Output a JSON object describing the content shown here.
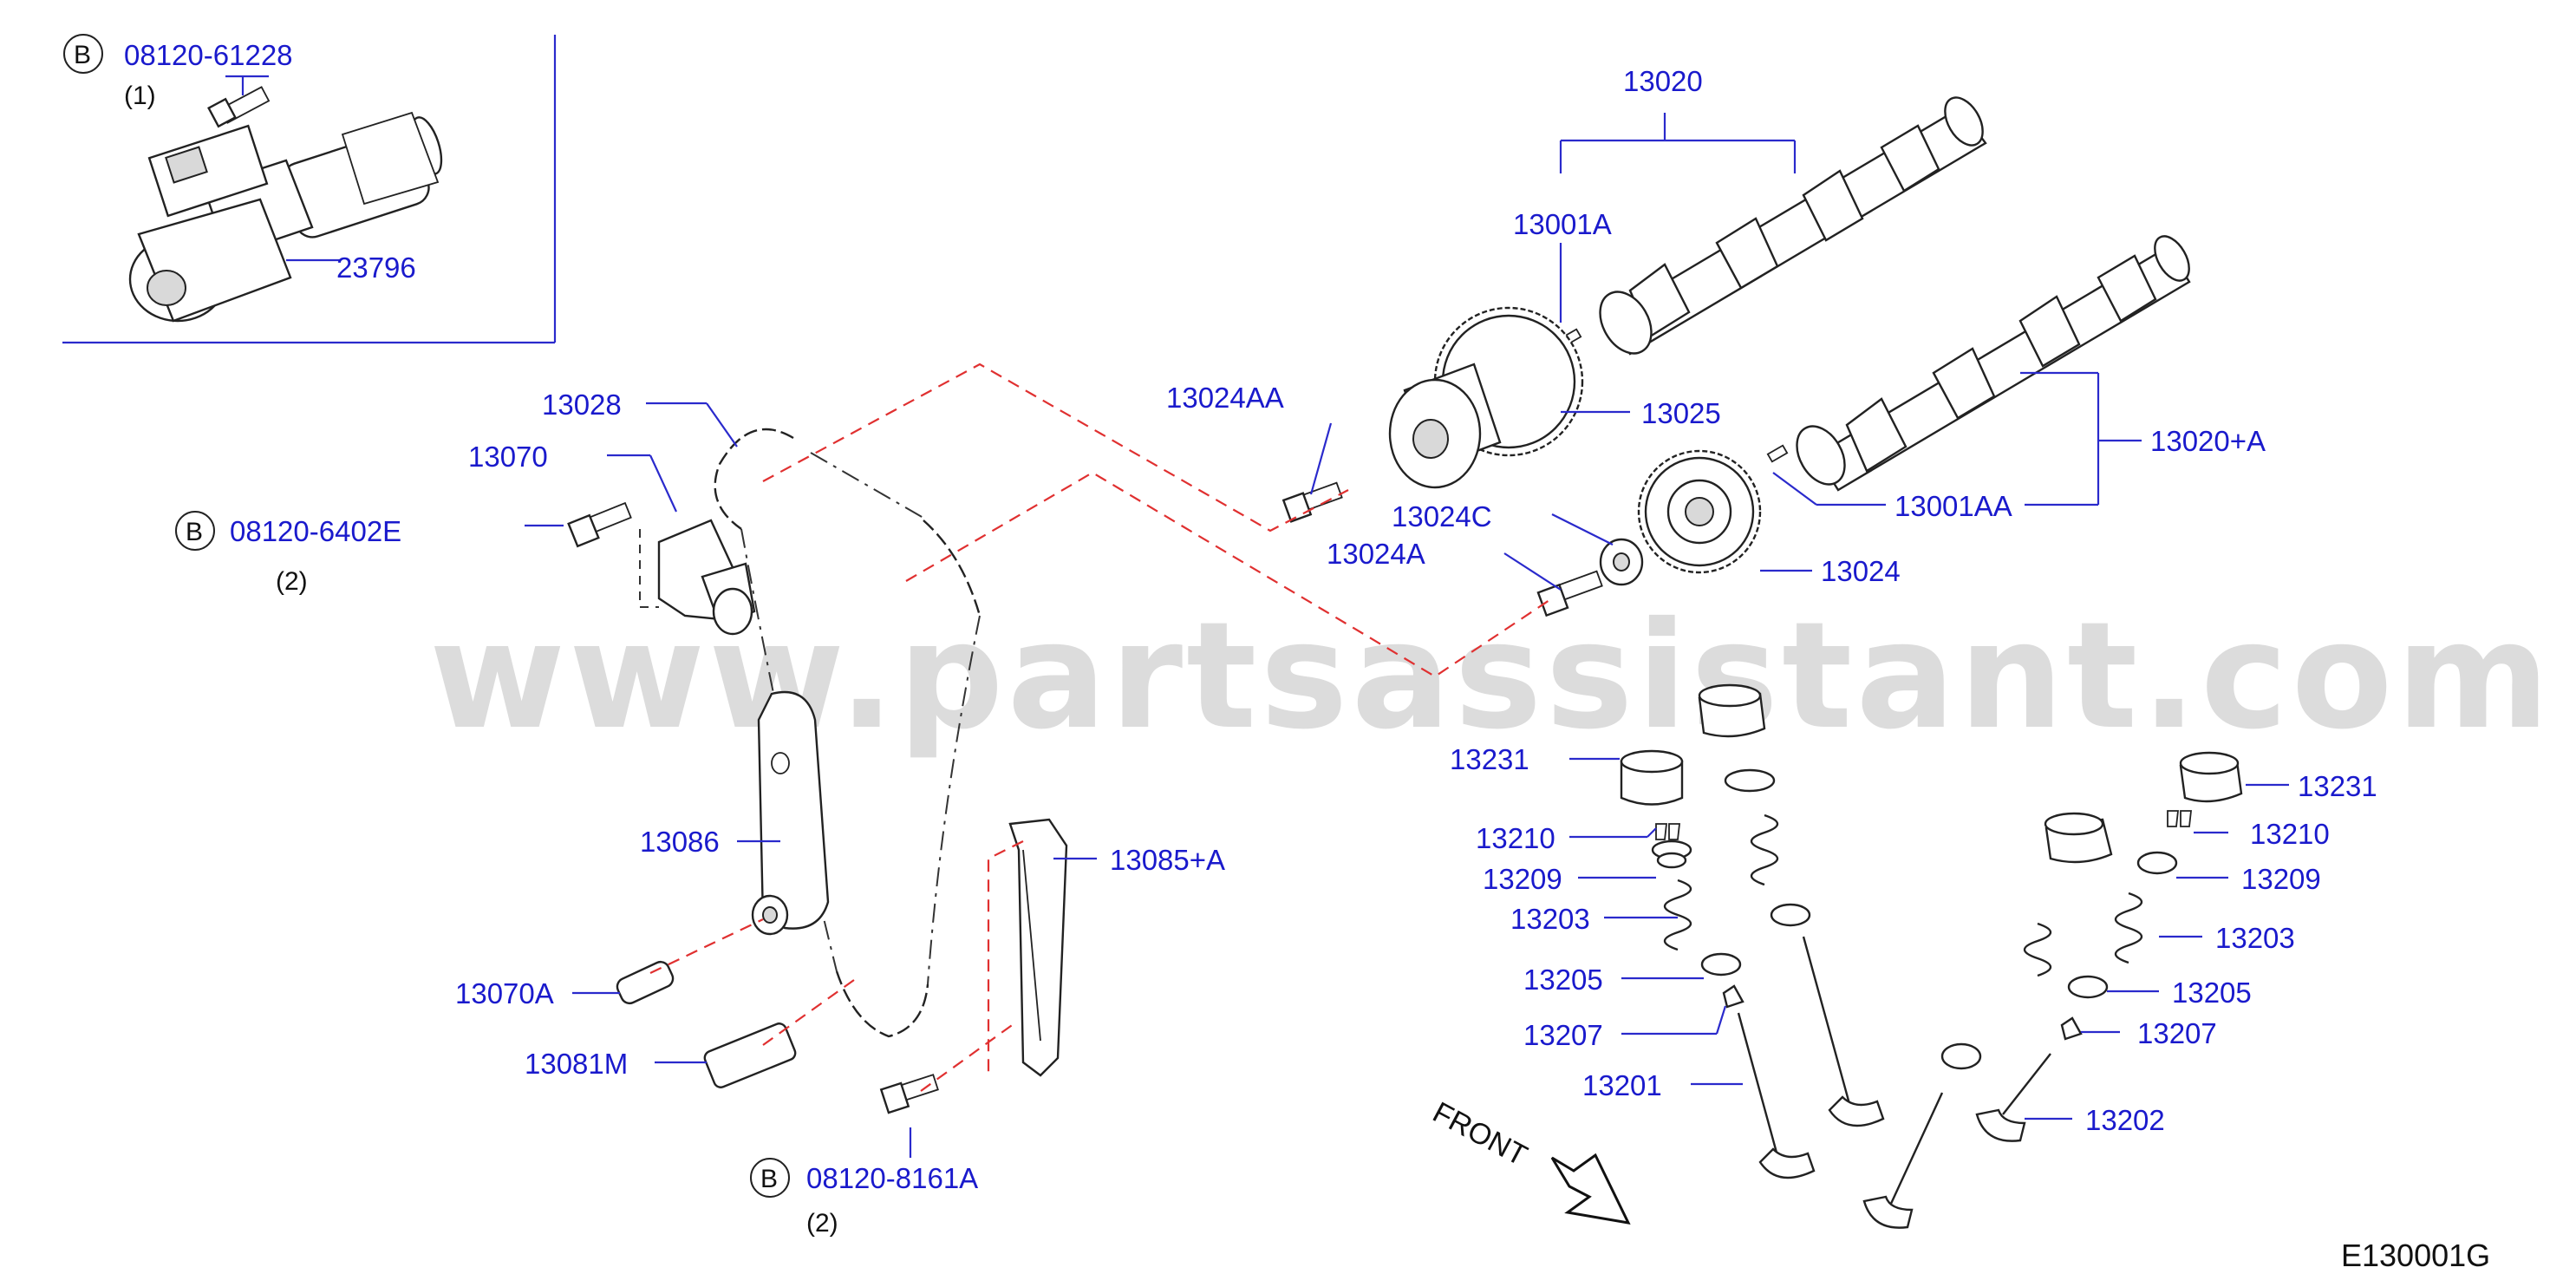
{
  "watermark": "www.partsassistant.com",
  "diagram_code": "E130001G",
  "front_label": "FRONT",
  "bolt_groups": [
    {
      "badge": "B",
      "part": "08120-61228",
      "qty": "(1)"
    },
    {
      "badge": "B",
      "part": "08120-6402E",
      "qty": "(2)"
    },
    {
      "badge": "B",
      "part": "08120-8161A",
      "qty": "(2)"
    }
  ],
  "part_labels": {
    "p23796": "23796",
    "p13020": "13020",
    "p13001A": "13001A",
    "p13024AA": "13024AA",
    "p13025": "13025",
    "p13020A": "13020+A",
    "p13024C": "13024C",
    "p13001AA": "13001AA",
    "p13024A": "13024A",
    "p13024": "13024",
    "p13028": "13028",
    "p13070": "13070",
    "p13086": "13086",
    "p13085A": "13085+A",
    "p13070A": "13070A",
    "p13081M": "13081M",
    "p13231L": "13231",
    "p13210L": "13210",
    "p13209L": "13209",
    "p13203L": "13203",
    "p13205L": "13205",
    "p13207L": "13207",
    "p13201": "13201",
    "p13231R": "13231",
    "p13210R": "13210",
    "p13209R": "13209",
    "p13203R": "13203",
    "p13205R": "13205",
    "p13207R": "13207",
    "p13202": "13202"
  },
  "colors": {
    "label": "#1a1acc",
    "dashed_link": "#e03030",
    "watermark": "#dcdcdc"
  }
}
